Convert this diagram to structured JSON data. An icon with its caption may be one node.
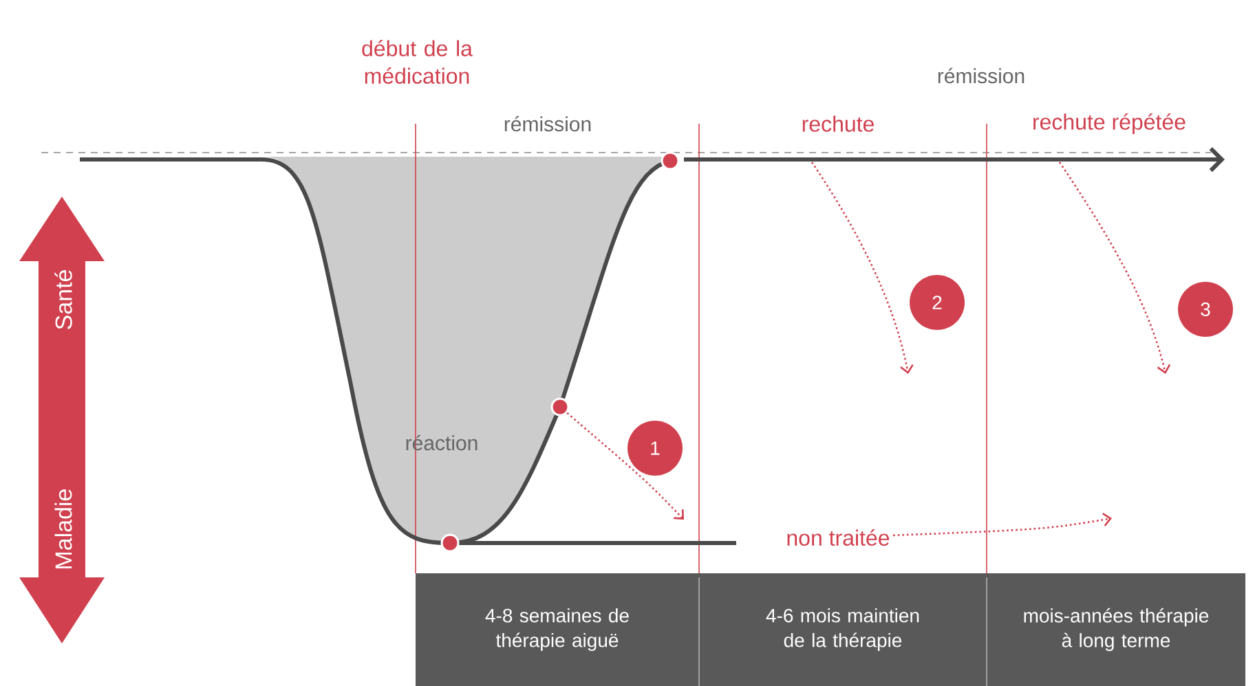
{
  "diagram": {
    "nodes": [
      {
        "text": [
          "4-8 semaines de thérapie aiguë"
        ]
      },
      {
        "text": [
          "4-6 mois maintien de la thérapie"
        ]
      },
      {
        "text": [
          "mois-années thérapie à long terme"
        ]
      },
      {
        "text": [
          "1"
        ]
      },
      {
        "text": [
          "2"
        ]
      },
      {
        "text": [
          "3"
        ]
      },
      {
        "text": [
          "non traitée"
        ]
      },
      {
        "text": [],
        "shape": "circle"
      },
      {
        "text": [],
        "shape": "circle"
      },
      {
        "text": [],
        "shape": "circle"
      }
    ],
    "edges": [
      {
        "from": 8,
        "to": null,
        "arrow": "to"
      },
      {
        "from": 6,
        "to": null,
        "arrow": "to"
      }
    ],
    "labels": [
      "début de la médication",
      "rémission",
      "rémission",
      "rechute",
      "rechute répétée",
      "Santé",
      "réaction",
      "Maladie"
    ]
  }
}
